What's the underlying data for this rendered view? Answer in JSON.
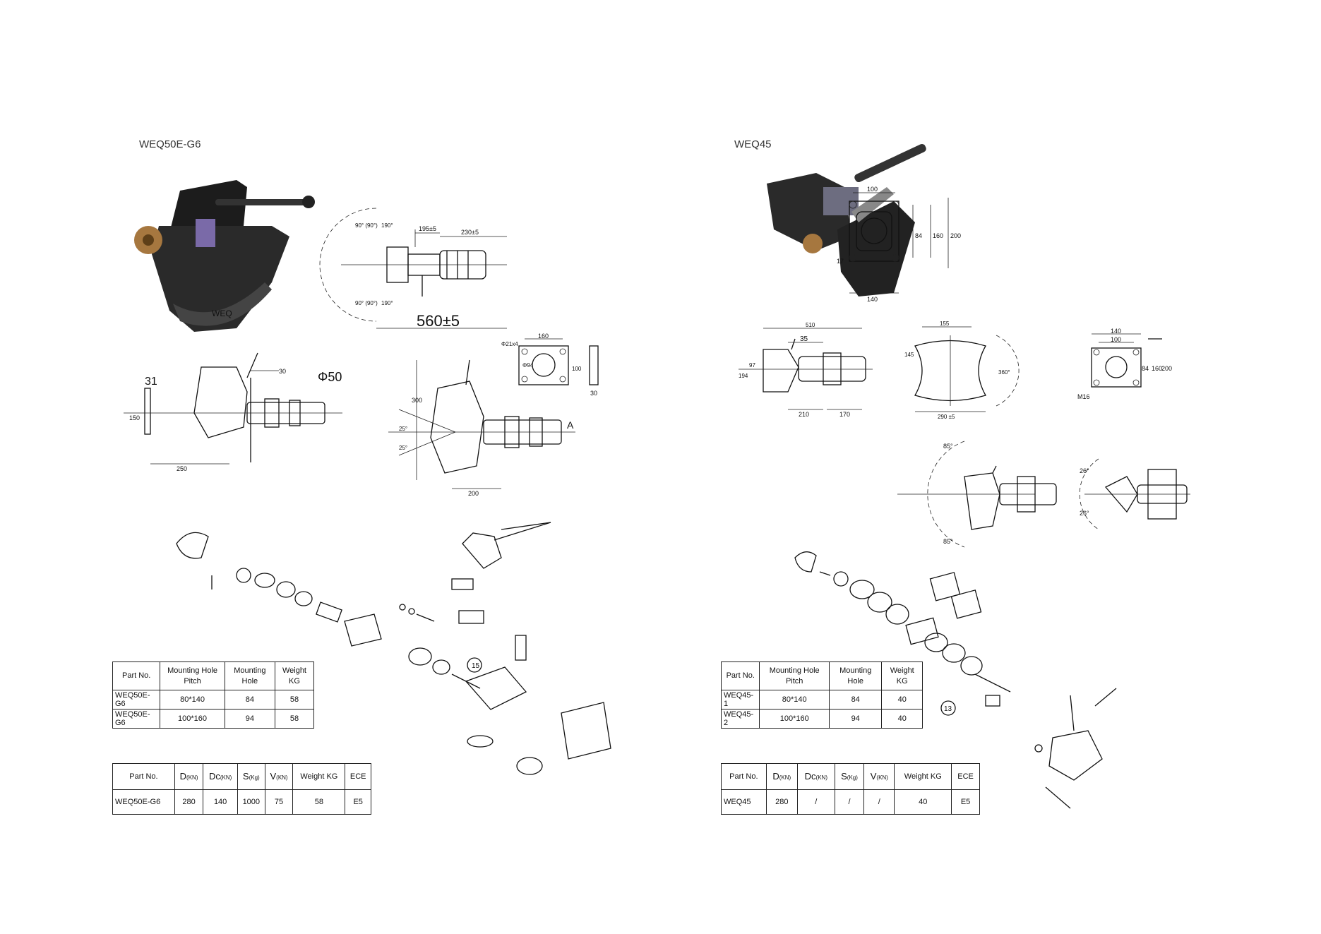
{
  "left": {
    "model": "WEQ50E-G6",
    "drawing_labels": {
      "top_a1": "90° (90°)",
      "top_a2": "90° (90°)",
      "top_b1": "190°",
      "top_b2": "190°",
      "dim_195": "195±5",
      "dim_230": "230±5",
      "dim_560": "560±5",
      "flange_160": "160",
      "flange_hole": "Φ21x4",
      "flange_94": "Φ94",
      "flange_100": "100",
      "plate_30": "30",
      "side_31": "31",
      "side_150": "150",
      "side_30": "30",
      "side_phi": "Φ50",
      "side_250": "250",
      "side2_300": "300",
      "side2_25a": "25°",
      "side2_25b": "25°",
      "side2_200": "200",
      "side2_A": "A",
      "callout_15": "15"
    },
    "table1": {
      "headers": [
        "Part No.",
        "Mounting Hole Pitch",
        "Mounting Hole",
        "Weight KG"
      ],
      "rows": [
        [
          "WEQ50E-G6",
          "80*140",
          "84",
          "58"
        ],
        [
          "WEQ50E-G6",
          "100*160",
          "94",
          "58"
        ]
      ]
    },
    "table2": {
      "headers": [
        {
          "main": "Part No.",
          "sub": ""
        },
        {
          "main": "D",
          "sub": "(KN)"
        },
        {
          "main": "Dc",
          "sub": "(KN)"
        },
        {
          "main": "S",
          "sub": "(Kg)"
        },
        {
          "main": "V",
          "sub": "(KN)"
        },
        {
          "main": "Weight KG",
          "sub": ""
        },
        {
          "main": "ECE",
          "sub": ""
        }
      ],
      "rows": [
        [
          "WEQ50E-G6",
          "280",
          "140",
          "1000",
          "75",
          "58",
          "E5"
        ]
      ]
    }
  },
  "right": {
    "model": "WEQ45",
    "drawing_labels": {
      "plate_100": "100",
      "plate_84": "84",
      "plate_160": "160",
      "plate_200": "200",
      "plate_17": "17",
      "plate_140": "140",
      "side_510": "510",
      "side_35": "35",
      "side_97": "97",
      "side_194": "194",
      "side_210": "210",
      "side_170": "170",
      "front_155": "155",
      "front_145": "145",
      "front_360": "360°",
      "front_290": "290 ±5",
      "p2_140": "140",
      "p2_100": "100",
      "p2_84": "84",
      "p2_160": "160",
      "p2_200": "200",
      "p2_m16": "M16",
      "ang_85a": "85°",
      "ang_85b": "85°",
      "ang_26a": "26°",
      "ang_26b": "26°",
      "callout_13": "13"
    },
    "table1": {
      "headers": [
        "Part No.",
        "Mounting Hole Pitch",
        "Mounting Hole",
        "Weight KG"
      ],
      "rows": [
        [
          "WEQ45-1",
          "80*140",
          "84",
          "40"
        ],
        [
          "WEQ45-2",
          "100*160",
          "94",
          "40"
        ]
      ]
    },
    "table2": {
      "headers": [
        {
          "main": "Part No.",
          "sub": ""
        },
        {
          "main": "D",
          "sub": "(KN)"
        },
        {
          "main": "Dc",
          "sub": "(KN)"
        },
        {
          "main": "S",
          "sub": "(Kg)"
        },
        {
          "main": "V",
          "sub": "(KN)"
        },
        {
          "main": "Weight KG",
          "sub": ""
        },
        {
          "main": "ECE",
          "sub": ""
        }
      ],
      "rows": [
        [
          "WEQ45",
          "280",
          "/",
          "/",
          "/",
          "40",
          "E5"
        ]
      ]
    }
  }
}
